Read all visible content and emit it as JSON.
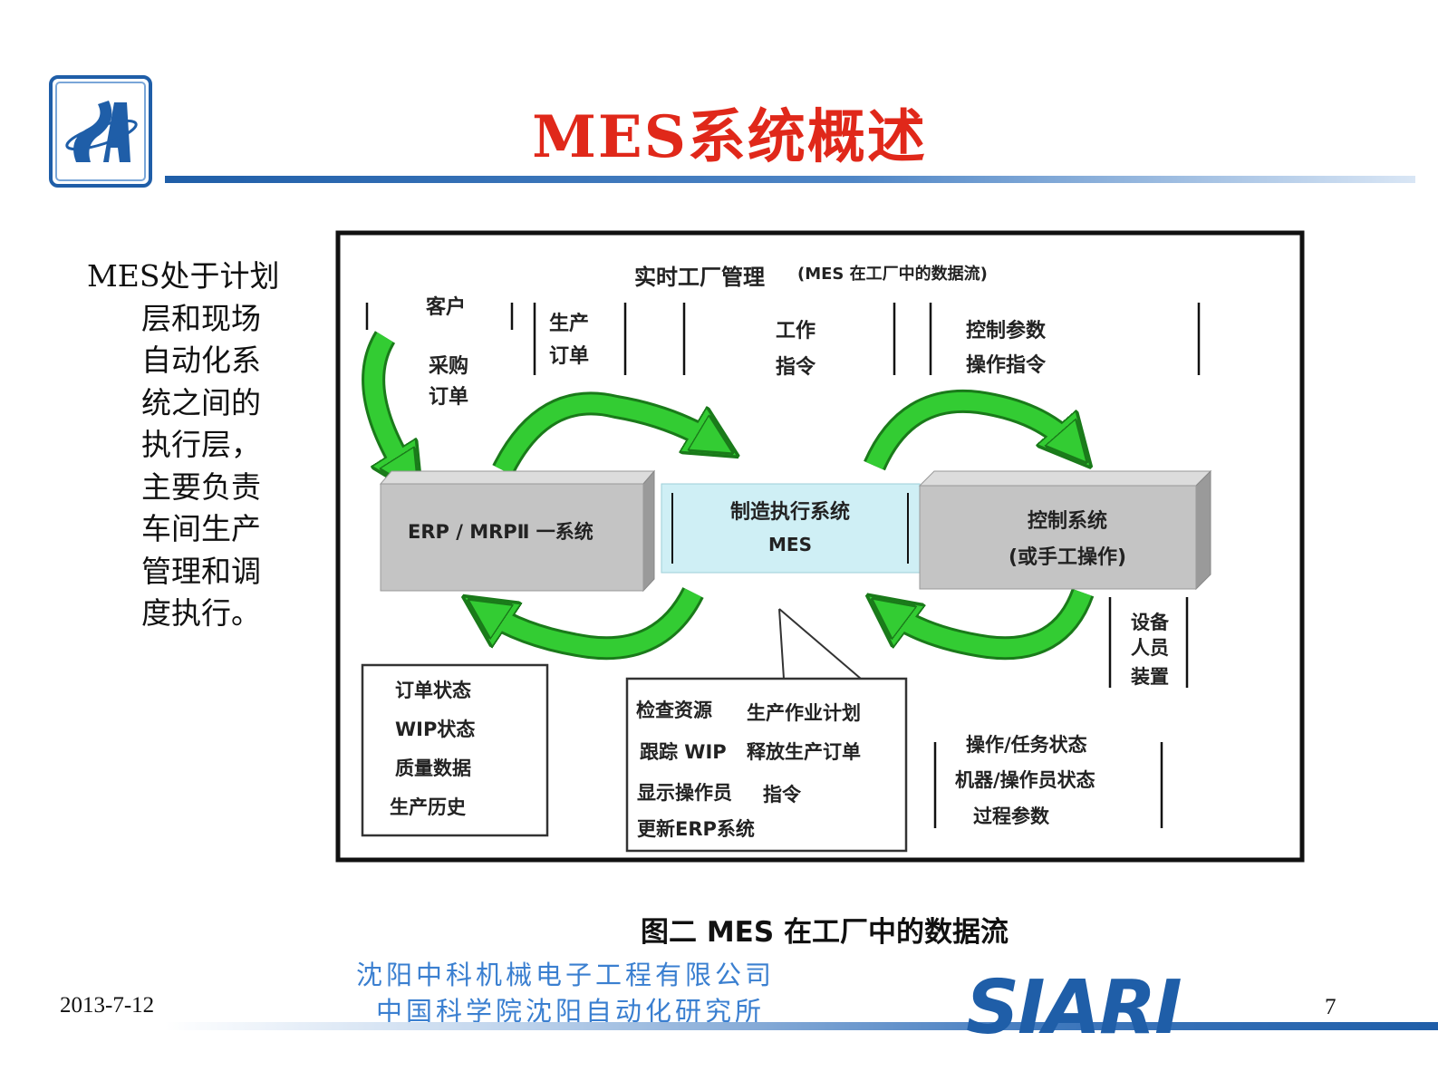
{
  "header": {
    "title": "MES系统概述"
  },
  "description": {
    "lines": [
      "MES处于计划",
      "层和现场",
      "自动化系",
      "统之间的",
      "执行层，",
      "主要负责",
      "车间生产",
      "管理和调",
      "度执行。"
    ]
  },
  "diagram": {
    "heading": "实时工厂管理",
    "heading_note": "(MES 在工厂中的数据流)",
    "top_labels": {
      "customer": "客户",
      "purchase_order": [
        "采购",
        "订单"
      ],
      "production_order": [
        "生产",
        "订单"
      ],
      "work_instruction": [
        "工作",
        "指令"
      ],
      "control_params": [
        "控制参数",
        "操作指令"
      ]
    },
    "erp_box": "ERP / MRPⅡ  一系统",
    "mes_box": [
      "制造执行系统",
      "MES"
    ],
    "control_box": [
      "控制系统",
      "(或手工操作)"
    ],
    "right_side_labels": [
      "设备",
      "人员",
      "装置"
    ],
    "left_status_box": [
      "订单状态",
      "WIP状态",
      "质量数据",
      "生产历史"
    ],
    "center_box_rows": [
      [
        "检查资源",
        "生产作业计划"
      ],
      [
        "跟踪 WIP",
        "释放生产订单"
      ],
      [
        "显示操作员",
        "指令"
      ],
      [
        "更新ERP系统",
        ""
      ]
    ],
    "right_status_labels": [
      "操作/任务状态",
      "机器/操作员状态",
      "过程参数"
    ],
    "colors": {
      "arrow_green": "#33cc33",
      "arrow_outline": "#1a7a1a",
      "box_gray": "#c4c4c4",
      "mes_cyan": "#cfeff5"
    }
  },
  "caption": {
    "prefix": "图二",
    "text": "MES 在工厂中的数据流"
  },
  "footer": {
    "date": "2013-7-12",
    "company_line1": "沈阳中科机械电子工程有限公司",
    "company_line2": "中国科学院沈阳自动化研究所",
    "logo_text": "SIARI",
    "page_number": "7"
  },
  "icons": {
    "top_logo": "sa-logo-icon",
    "bottom_logo": "siari-logo-icon"
  }
}
